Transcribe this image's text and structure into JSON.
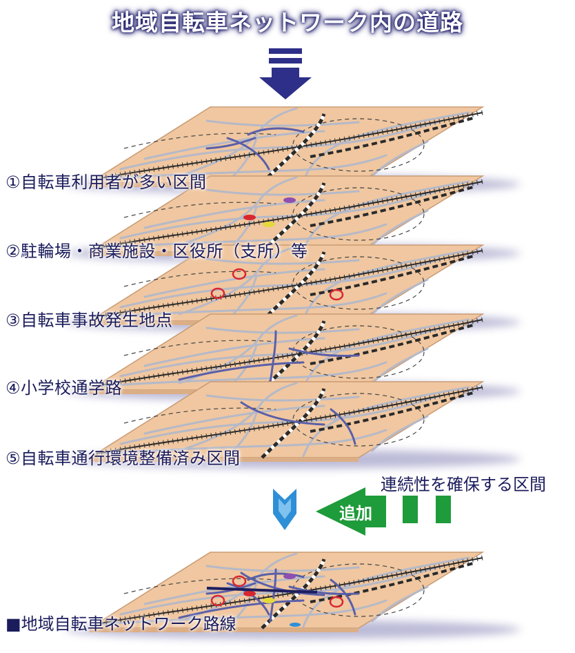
{
  "title": "地域自転車ネットワーク内の道路",
  "layers": [
    {
      "label": "①自転車利用者が多い区間",
      "kind": "usage"
    },
    {
      "label": "②駐輪場・商業施設・区役所（支所）等",
      "kind": "facilities"
    },
    {
      "label": "③自転車事故発生地点",
      "kind": "accidents"
    },
    {
      "label": "④小学校通学路",
      "kind": "school"
    },
    {
      "label": "⑤自転車通行環境整備済み区間",
      "kind": "maintained"
    }
  ],
  "addition": {
    "continuity_label": "連続性を確保する区間",
    "add_label": "追加"
  },
  "result": {
    "label": "■地域自転車ネットワーク路線"
  },
  "colors": {
    "title_glow": "#2b2a7a",
    "label_text": "#1b1c5c",
    "map_fill": "#f0c7a0",
    "map_edge": "#c99b74",
    "road_gray": "#b5b9c8",
    "road_blue": "#5a5fa8",
    "rail_dark": "#2a2a2a",
    "marker_red": "#d8262f",
    "arrow_navy": "#2d2f88",
    "arrow_green": "#1e9b3a",
    "chevron_blue": "#2e8fd6"
  }
}
